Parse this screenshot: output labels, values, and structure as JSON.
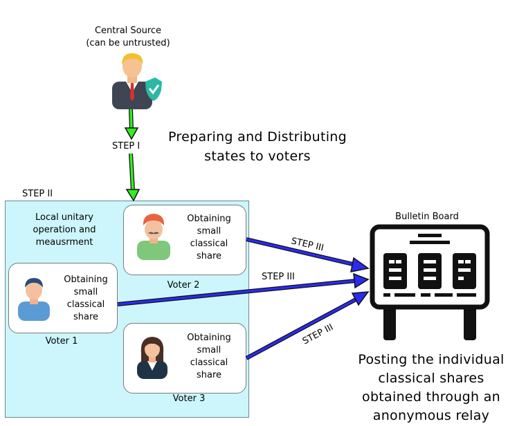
{
  "central_source": {
    "title": "Central Source",
    "subtitle": "(can be untrusted)"
  },
  "step1_label": "STEP I",
  "step2_label": "STEP II",
  "preparing_text": [
    "Preparing and Distributing",
    "states to voters"
  ],
  "region": {
    "local_text": [
      "Local unitary",
      "operation and",
      "meausrment"
    ]
  },
  "voters": [
    {
      "label": "Voter 1",
      "text": [
        "Obtaining",
        "small",
        "classical",
        "share"
      ]
    },
    {
      "label": "Voter 2",
      "text": [
        "Obtaining",
        "small",
        "classical",
        "share"
      ]
    },
    {
      "label": "Voter 3",
      "text": [
        "Obtaining",
        "small",
        "classical",
        "share"
      ]
    }
  ],
  "step3_labels": [
    "STEP III",
    "STEP III",
    "STEP III"
  ],
  "bulletin_board": {
    "title": "Bulletin Board"
  },
  "posting_text": [
    "Posting the individual",
    "classical shares",
    "obtained through an",
    "anonymous relay"
  ],
  "colors": {
    "region_bg": "#ccf6fb",
    "green_arrow": "#33ee22",
    "blue_arrow": "#2b2bf0"
  }
}
